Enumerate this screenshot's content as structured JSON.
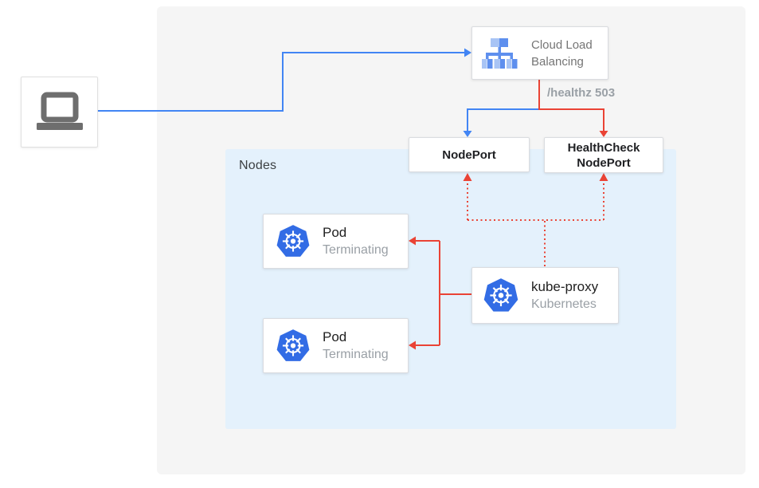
{
  "nodes_panel": {
    "label": "Nodes"
  },
  "clb": {
    "line1": "Cloud Load",
    "line2": "Balancing"
  },
  "edge_labels": {
    "healthz": "/healthz 503"
  },
  "nodeport": {
    "label": "NodePort"
  },
  "healthcheck_nodeport": {
    "line1": "HealthCheck",
    "line2": "NodePort"
  },
  "pods": [
    {
      "title": "Pod",
      "status": "Terminating"
    },
    {
      "title": "Pod",
      "status": "Terminating"
    }
  ],
  "kube_proxy": {
    "title": "kube-proxy",
    "subtitle": "Kubernetes"
  },
  "icons": {
    "client": "laptop-icon",
    "load_balancer": "cloud-load-balancing-icon",
    "kubernetes": "kubernetes-helm-icon"
  },
  "colors": {
    "blue_edge": "#4285F4",
    "red_edge": "#EA4335",
    "panel_gray": "#F5F5F5",
    "panel_blue": "#E4F1FC",
    "k8s_blue": "#326CE5",
    "lb_icon_light": "#A8C4F5",
    "lb_icon_medium": "#5E8FEE",
    "laptop_gray": "#6E6E6E"
  }
}
